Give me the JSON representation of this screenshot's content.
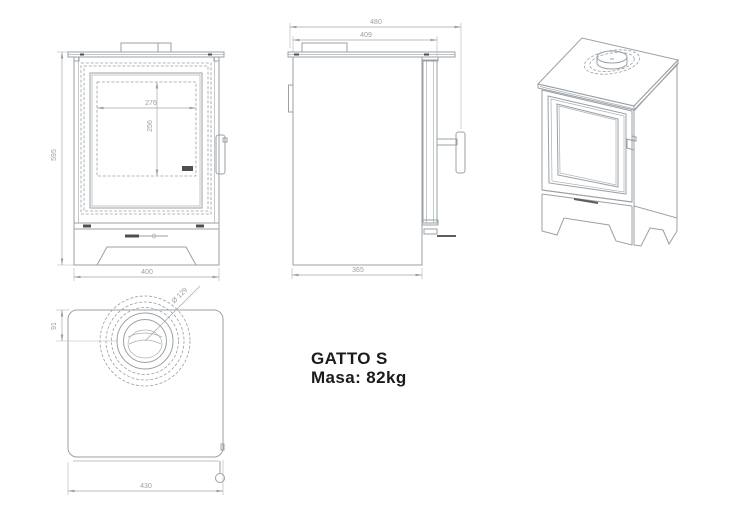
{
  "product": {
    "name": "GATTO S",
    "mass": "Masa: 82kg"
  },
  "dimensions": {
    "front": {
      "height": "595",
      "width": "400",
      "glass_width": "276",
      "glass_height": "256"
    },
    "side": {
      "depth_overall": "480",
      "depth_top": "409",
      "depth_body": "365"
    },
    "top": {
      "width": "430",
      "flue_center_offset": "91",
      "flue_diameter": "Ø 129"
    }
  },
  "colors": {
    "line": "#9aa0a5",
    "dimension_text": "#9ba0a4",
    "label_text": "#1b1b1b",
    "background": "#ffffff"
  }
}
